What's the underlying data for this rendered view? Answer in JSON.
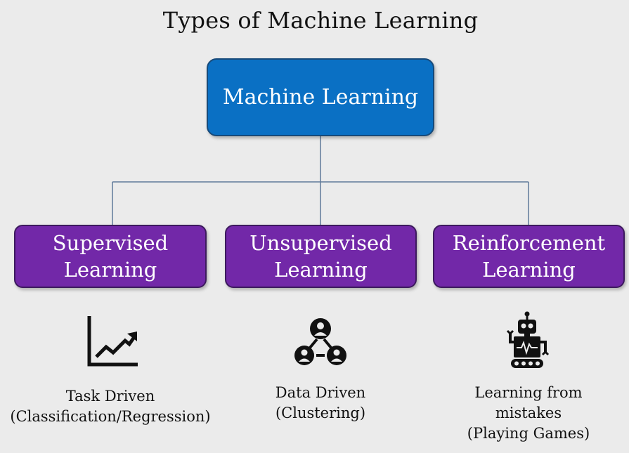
{
  "title": "Types of Machine Learning",
  "root": {
    "label": "Machine Learning",
    "color": "#0a70c4"
  },
  "branch_color": "#7228a8",
  "connector_color": "#5f7a99",
  "branches": [
    {
      "line1": "Supervised",
      "line2": "Learning",
      "icon": "trending-up-chart-icon",
      "caption": [
        "Task Driven",
        "(Classification/Regression)"
      ]
    },
    {
      "line1": "Unsupervised",
      "line2": "Learning",
      "icon": "user-network-icon",
      "caption": [
        "Data Driven",
        "(Clustering)"
      ]
    },
    {
      "line1": "Reinforcement",
      "line2": "Learning",
      "icon": "robot-icon",
      "caption": [
        "Learning from",
        "mistakes",
        "(Playing Games)"
      ]
    }
  ]
}
